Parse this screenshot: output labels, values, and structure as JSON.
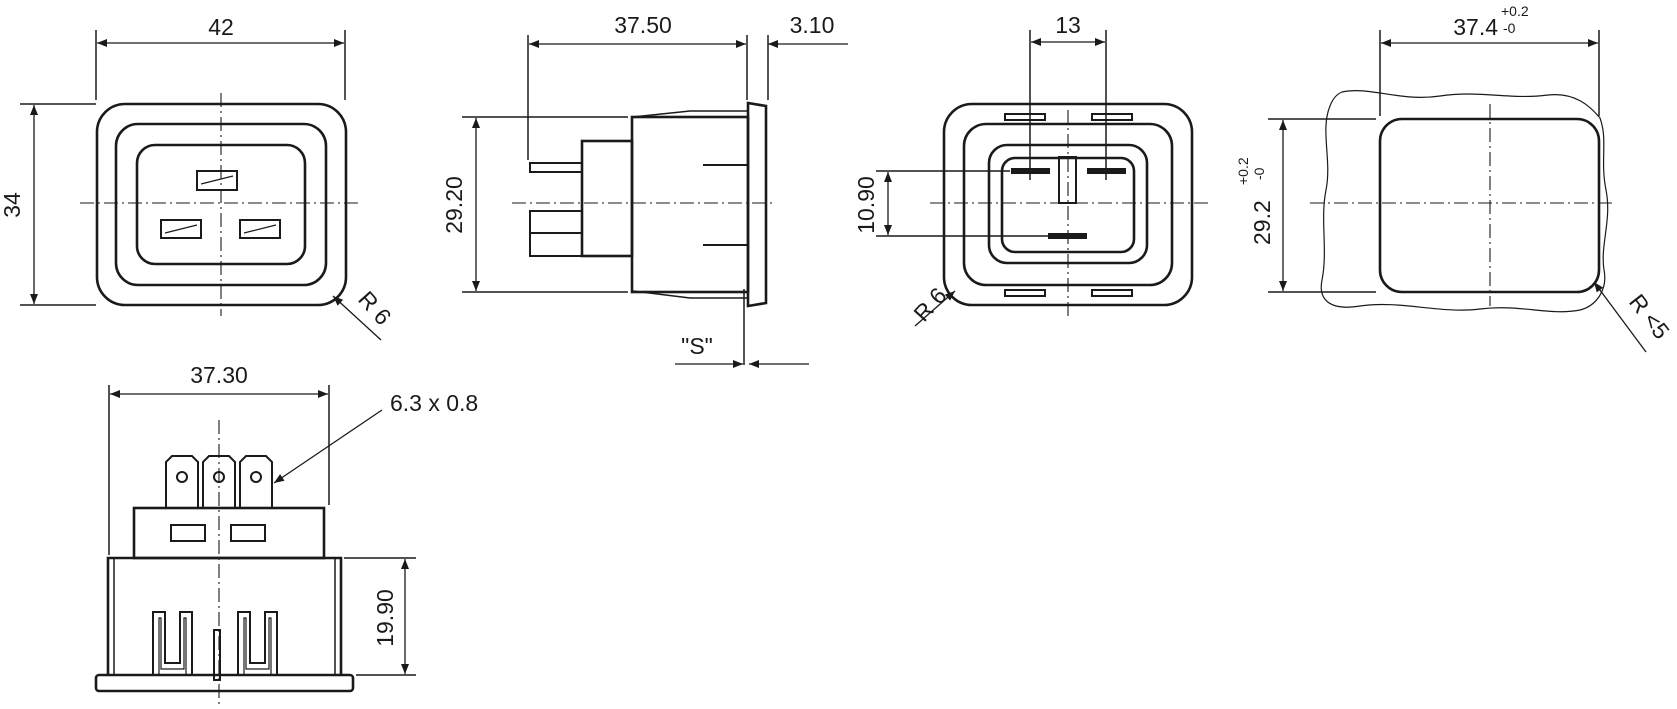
{
  "front_view": {
    "width": "42",
    "height": "34",
    "radius": "R 6"
  },
  "side_view": {
    "depth": "37.50",
    "flange": "3.10",
    "height": "29.20",
    "panel": "\"S\""
  },
  "rear_view": {
    "pin_spacing": "13",
    "pin_offset": "10.90",
    "radius": "R 6"
  },
  "cutout_view": {
    "width": "37.4",
    "width_tol_upper": "+0.2",
    "width_tol_lower": "-0",
    "height": "29.2",
    "height_tol_upper": "+0.2",
    "height_tol_lower": "-0",
    "radius": "R <5"
  },
  "bottom_view": {
    "width": "37.30",
    "terminal": "6.3 x 0.8",
    "height": "19.90"
  }
}
